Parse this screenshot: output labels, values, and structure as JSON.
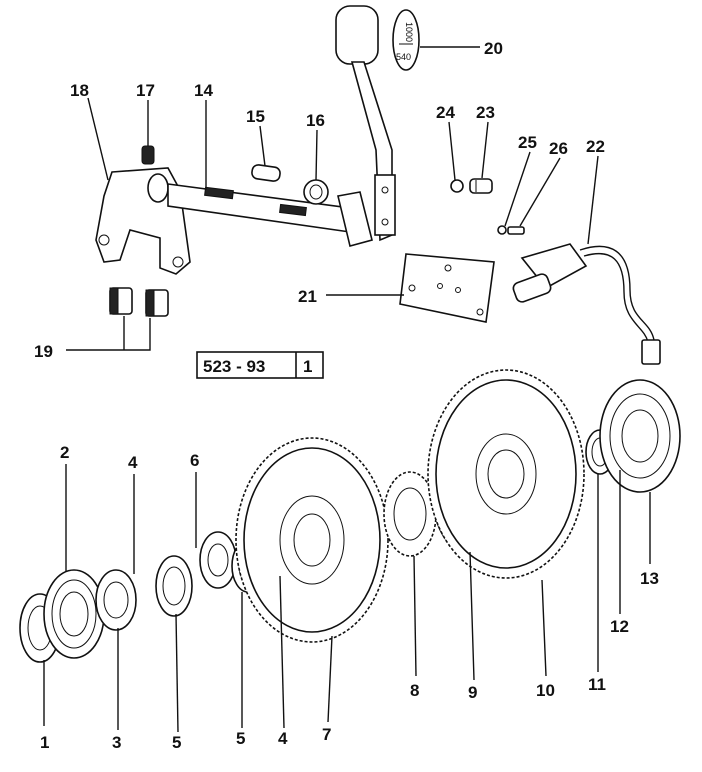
{
  "reference": {
    "code": "523 - 93",
    "sheet": "1"
  },
  "selector_badge": {
    "top": "1000",
    "bottom": "540"
  },
  "callouts": [
    {
      "id": "c1",
      "text": "1"
    },
    {
      "id": "c2",
      "text": "2"
    },
    {
      "id": "c3",
      "text": "3"
    },
    {
      "id": "c4a",
      "text": "4"
    },
    {
      "id": "c4b",
      "text": "4"
    },
    {
      "id": "c5a",
      "text": "5"
    },
    {
      "id": "c5b",
      "text": "5"
    },
    {
      "id": "c6",
      "text": "6"
    },
    {
      "id": "c7",
      "text": "7"
    },
    {
      "id": "c8",
      "text": "8"
    },
    {
      "id": "c9",
      "text": "9"
    },
    {
      "id": "c10",
      "text": "10"
    },
    {
      "id": "c11",
      "text": "11"
    },
    {
      "id": "c12",
      "text": "12"
    },
    {
      "id": "c13",
      "text": "13"
    },
    {
      "id": "c14",
      "text": "14"
    },
    {
      "id": "c15",
      "text": "15"
    },
    {
      "id": "c16",
      "text": "16"
    },
    {
      "id": "c17",
      "text": "17"
    },
    {
      "id": "c18",
      "text": "18"
    },
    {
      "id": "c19",
      "text": "19"
    },
    {
      "id": "c20",
      "text": "20"
    },
    {
      "id": "c21",
      "text": "21"
    },
    {
      "id": "c22",
      "text": "22"
    },
    {
      "id": "c23",
      "text": "23"
    },
    {
      "id": "c24",
      "text": "24"
    },
    {
      "id": "c25",
      "text": "25"
    },
    {
      "id": "c26",
      "text": "26"
    }
  ]
}
